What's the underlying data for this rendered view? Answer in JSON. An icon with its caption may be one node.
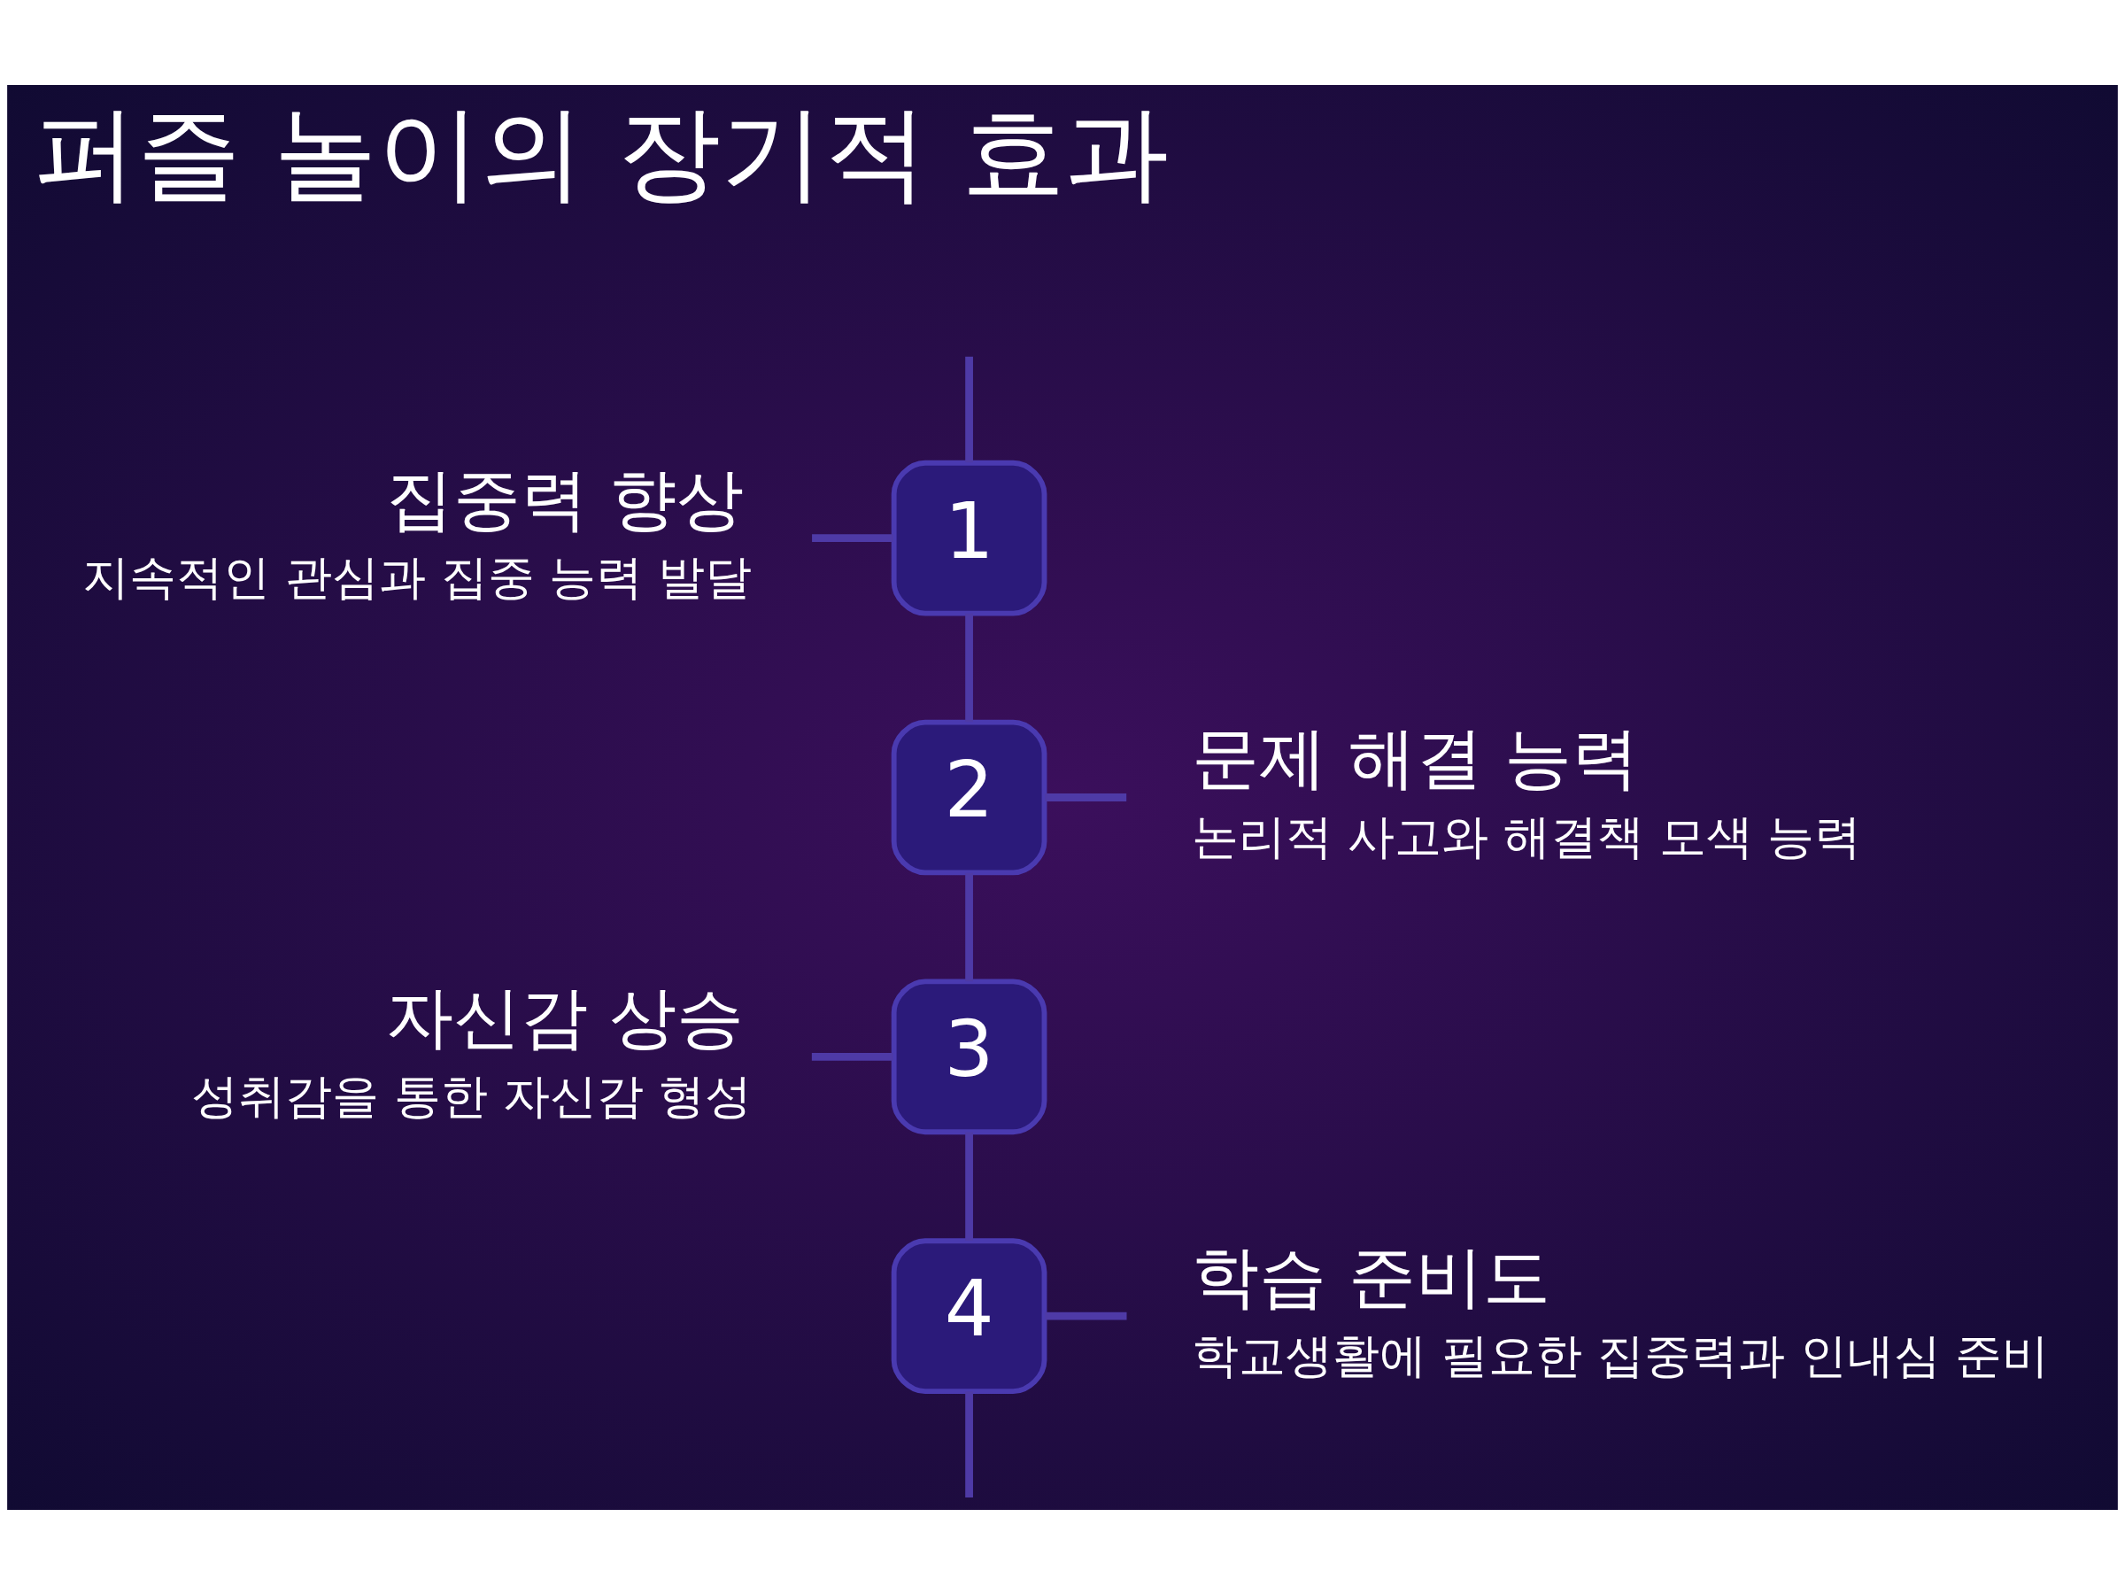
{
  "diagram": {
    "title": "퍼즐 놀이의 장기적 효과",
    "nodes": [
      {
        "text": [
          "집중력 향상",
          "지속적인 관심과 집중 능력 발달"
        ]
      },
      {
        "text": [
          "1"
        ]
      },
      {
        "text": [
          "2"
        ]
      },
      {
        "text": [
          "문제 해결 능력",
          "논리적 사고와 해결책 모색 능력"
        ]
      },
      {
        "text": [
          "자신감 상승",
          "성취감을 통한 자신감 형성"
        ]
      },
      {
        "text": [
          "3"
        ]
      },
      {
        "text": [
          "4"
        ]
      },
      {
        "text": [
          "학습 준비도",
          "학교생활에 필요한 집중력과 인내심 준비"
        ]
      }
    ],
    "edges": [
      {
        "from": null,
        "to": 1,
        "arrow": "none"
      },
      {
        "from": 0,
        "to": 1,
        "arrow": "none"
      },
      {
        "from": 1,
        "to": 2,
        "arrow": "none"
      },
      {
        "from": 2,
        "to": 3,
        "arrow": "none"
      },
      {
        "from": 2,
        "to": 5,
        "arrow": "none"
      },
      {
        "from": 4,
        "to": 5,
        "arrow": "none"
      },
      {
        "from": 5,
        "to": 6,
        "arrow": "none"
      },
      {
        "from": 6,
        "to": 7,
        "arrow": "none"
      },
      {
        "from": 6,
        "to": null,
        "arrow": "none"
      }
    ]
  }
}
